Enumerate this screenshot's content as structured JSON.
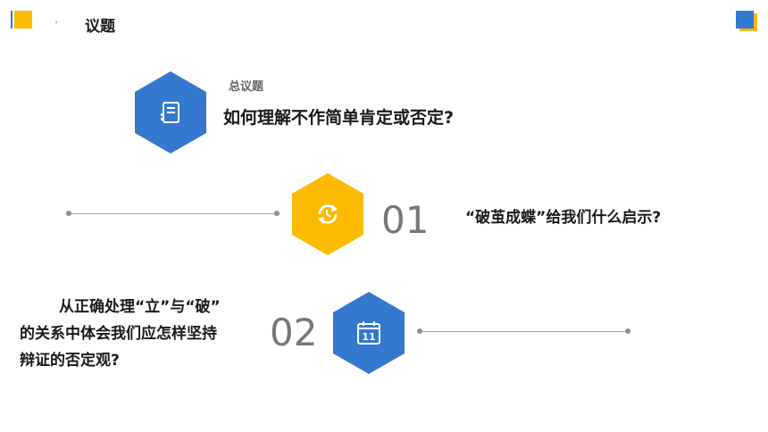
{
  "header": {
    "title": "议题"
  },
  "overall": {
    "label": "总议题",
    "question": "如何理解不作简单肯定或否定?"
  },
  "items": [
    {
      "number": "01",
      "question": "“破茧成蝶”给我们什么启示?",
      "icon": "refresh-icon",
      "color": "#fcbb00"
    },
    {
      "number": "02",
      "lines": [
        "从正确处理“立”与“破”",
        "的关系中体会我们应怎样坚持",
        "辩证的否定观?"
      ],
      "icon": "calendar-icon",
      "calendar_day": "11",
      "color": "#3479d0"
    }
  ],
  "colors": {
    "blue": "#3479d0",
    "yellow": "#fcbb00",
    "line": "#a8a8a8"
  }
}
